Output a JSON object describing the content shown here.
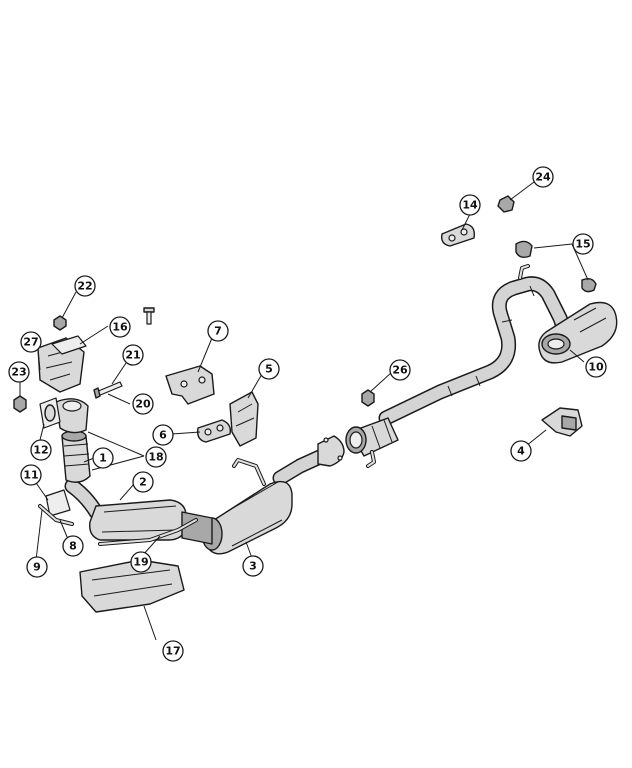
{
  "callouts": [
    {
      "id": "c1",
      "label": "1"
    },
    {
      "id": "c2",
      "label": "2"
    },
    {
      "id": "c3",
      "label": "3"
    },
    {
      "id": "c4",
      "label": "4"
    },
    {
      "id": "c5",
      "label": "5"
    },
    {
      "id": "c6",
      "label": "6"
    },
    {
      "id": "c7",
      "label": "7"
    },
    {
      "id": "c8",
      "label": "8"
    },
    {
      "id": "c9",
      "label": "9"
    },
    {
      "id": "c10",
      "label": "10"
    },
    {
      "id": "c11",
      "label": "11"
    },
    {
      "id": "c12",
      "label": "12"
    },
    {
      "id": "c14",
      "label": "14"
    },
    {
      "id": "c15",
      "label": "15"
    },
    {
      "id": "c16",
      "label": "16"
    },
    {
      "id": "c17",
      "label": "17"
    },
    {
      "id": "c18",
      "label": "18"
    },
    {
      "id": "c19",
      "label": "19"
    },
    {
      "id": "c20",
      "label": "20"
    },
    {
      "id": "c21",
      "label": "21"
    },
    {
      "id": "c22",
      "label": "22"
    },
    {
      "id": "c23",
      "label": "23"
    },
    {
      "id": "c24",
      "label": "24"
    },
    {
      "id": "c26",
      "label": "26"
    },
    {
      "id": "c27",
      "label": "27"
    }
  ]
}
